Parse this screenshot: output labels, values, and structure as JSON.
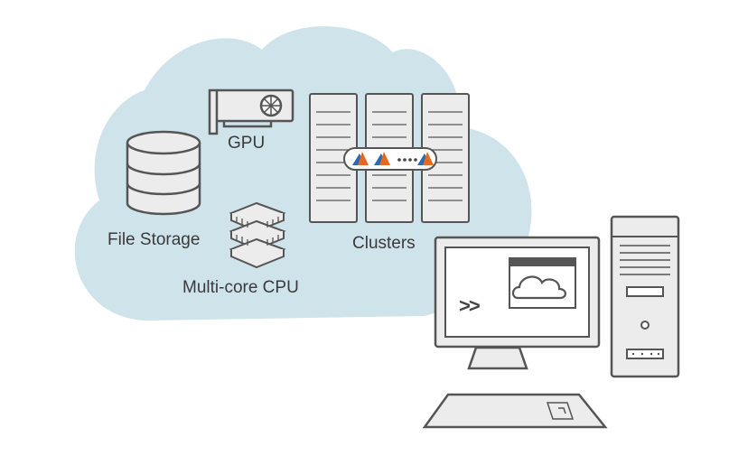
{
  "labels": {
    "gpu": "GPU",
    "file_storage": "File Storage",
    "multicore_cpu": "Multi-core CPU",
    "clusters": "Clusters"
  },
  "terminal_prompt": ">>",
  "colors": {
    "cloud": "#cfe3ea",
    "device_fill": "#ececec",
    "device_stroke": "#555555",
    "matlab_orange": "#e36b1e",
    "matlab_blue": "#2a6ab5"
  }
}
